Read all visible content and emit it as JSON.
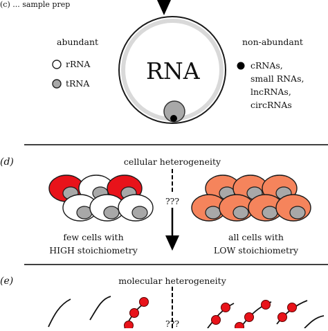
{
  "header": {
    "cropped_text": "(c) ... sample prep"
  },
  "rna_panel": {
    "center_label": "RNA",
    "abundant": {
      "heading": "abundant",
      "items": [
        {
          "label": "rRNA",
          "marker_fill": "#ffffff"
        },
        {
          "label": "tRNA",
          "marker_fill": "#a8a8a8"
        }
      ]
    },
    "non_abundant": {
      "heading": "non-abundant",
      "marker_fill": "#000000",
      "lines": [
        "cRNAs,",
        "small RNAs,",
        "lncRNAs,",
        "circRNAs"
      ]
    }
  },
  "panel_d": {
    "letter": "(d)",
    "title": "cellular heterogeneity",
    "question": "???",
    "left_caption": [
      "few cells with",
      "HIGH stoichiometry"
    ],
    "right_caption": [
      "all cells with",
      "LOW stoichiometry"
    ],
    "colors": {
      "high": "#e8131a",
      "low": "#f5845c",
      "nucleus": "#a8a8a8"
    }
  },
  "panel_e": {
    "letter": "(e)",
    "title": "molecular heterogeneity",
    "question": "???",
    "colors": {
      "modification": "#e8131a"
    }
  }
}
